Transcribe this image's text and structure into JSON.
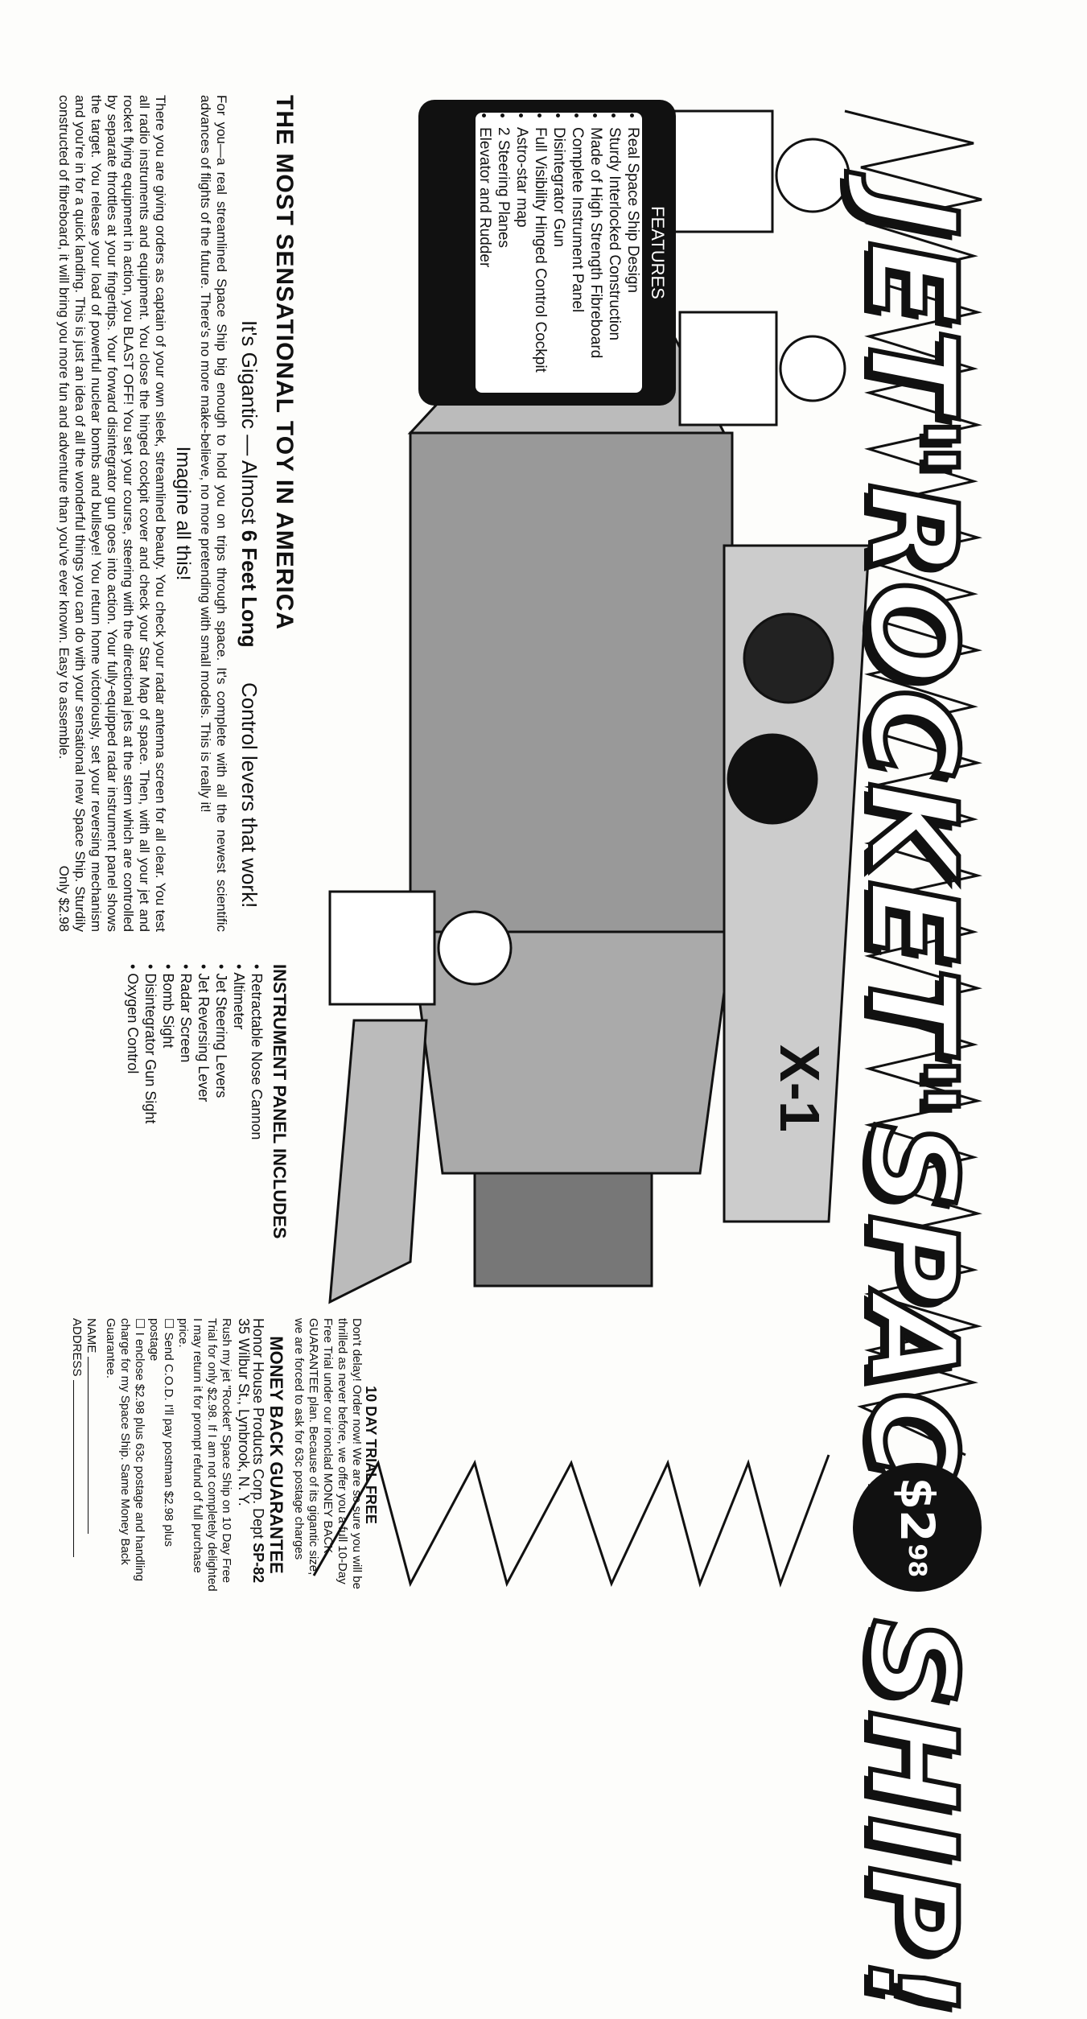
{
  "title": "JET\"ROCKET\"SPACE SHIP!",
  "price": {
    "dollar": "$2",
    "cents": "98"
  },
  "headline": "THE MOST SENSATIONAL TOY IN AMERICA",
  "subhead": {
    "left": "It's Gigantic — Almost",
    "bold": "6 Feet Long",
    "right": "Control levers that work!"
  },
  "intro": "For you—a real streamlined Space Ship big enough to hold you on trips through space. It's complete with all the newest scientific advances of flights of the future. There's no more make-believe, no more pretending with small models. This is really it!",
  "imagine": "Imagine all this!",
  "body": "There you are giving orders as captain of your own sleek, streamlined beauty. You check your radar antenna screen for all clear. You test all radio instruments and equipment. You close the hinged cockpit cover and check your Star Map of space. Then, with all your jet and rocket flying equipment in action, you BLAST OFF! You set your course, steering with the directional jets at the stern which are controlled by separate throttles at your fingertips. Your forward disintegrator gun goes into action. Your fully-equipped radar instrument panel shows the target. You release your load of powerful nuclear bombs and bullseye! You return home victoriously, set your reversing mechanism and you're in for a quick landing. This is just an idea of all the wonderful things you can do with your sensational new Space Ship. Sturdily constructed of fibreboard, it will bring you more fun and adventure than you've ever known. Easy to assemble.",
  "body_price": "Only $2.98",
  "features": {
    "title": "FEATURES",
    "items": [
      "Real Space Ship Design",
      "Sturdy Interlocked Construction",
      "Made of High Strength Fibreboard",
      "Complete Instrument Panel",
      "Disintegrator Gun",
      "Full Visibility Hinged Control Cockpit",
      "Astro-star map",
      "2 Steering Planes",
      "Elevator and Rudder"
    ]
  },
  "instrument_panel": {
    "title": "INSTRUMENT PANEL INCLUDES",
    "items": [
      "Retractable Nose Cannon",
      "Altimeter",
      "Jet Steering Levers",
      "Jet Reversing Lever",
      "Radar Screen",
      "Bomb Sight",
      "Disintegrator Gun Sight",
      "Oxygen Control"
    ]
  },
  "ship_label": "X-1",
  "trial": {
    "title": "10 DAY TRIAL FREE",
    "text": "Don't delay! Order now! We are so sure you will be thrilled as never before, we offer you a full 10-Day Free Trial under our ironclad MONEY BACK GUARANTEE plan. Because of its gigantic size, we are forced to ask for 63c postage charges"
  },
  "coupon": {
    "title": "MONEY BACK GUARANTEE",
    "company": "Honor House Products Corp. Dept",
    "dept": "SP-82",
    "address": "35 Wilbur St., Lynbrook, N. Y.",
    "rush": "Rush my jet \"Rocket\" Space Ship on 10 Day Free Trial for only $2.98. If I am not completely delighted I may return it for prompt refund of full purchase price.",
    "option1": "Send C.O.D. I'll pay postman $2.98 plus postage",
    "option2": "I enclose $2.98 plus 63c postage and handling charge for my Space Ship. Same Money Back Guarantee.",
    "name_label": "NAME",
    "address_label": "ADDRESS"
  }
}
